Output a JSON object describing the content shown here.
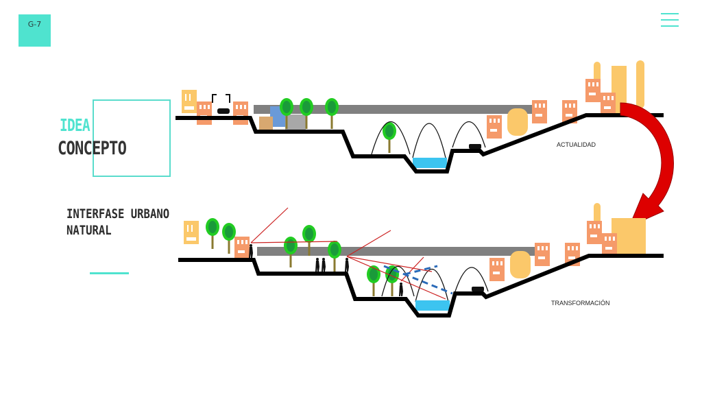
{
  "badge": {
    "label": "G-7",
    "color": "#4fe3cf"
  },
  "menu": {
    "icon": "hamburger-menu-icon",
    "color": "#4fe3cf"
  },
  "heading": {
    "line1": "IDEA",
    "line2": "CONCEPTO",
    "accent_color": "#4fe3cf",
    "text_color": "#333333"
  },
  "subtitle": {
    "line1": "INTERFASE URBANO",
    "line2": "NATURAL"
  },
  "sections": [
    {
      "name": "actualidad",
      "label": "ACTUALIDAD"
    },
    {
      "name": "transformacion",
      "label": "TRANSFORMACIÓN"
    }
  ],
  "transition_arrow": {
    "icon": "curved-arrow-icon",
    "color": "#e00000"
  },
  "palette": {
    "ground": "#000000",
    "road": "#808080",
    "building_orange": "#f59a6a",
    "building_yellow": "#fbc86a",
    "tree": "#22cc22",
    "water": "#3cc4f0",
    "sightline": "#cc2222",
    "dashed": "#2a6ab8"
  }
}
